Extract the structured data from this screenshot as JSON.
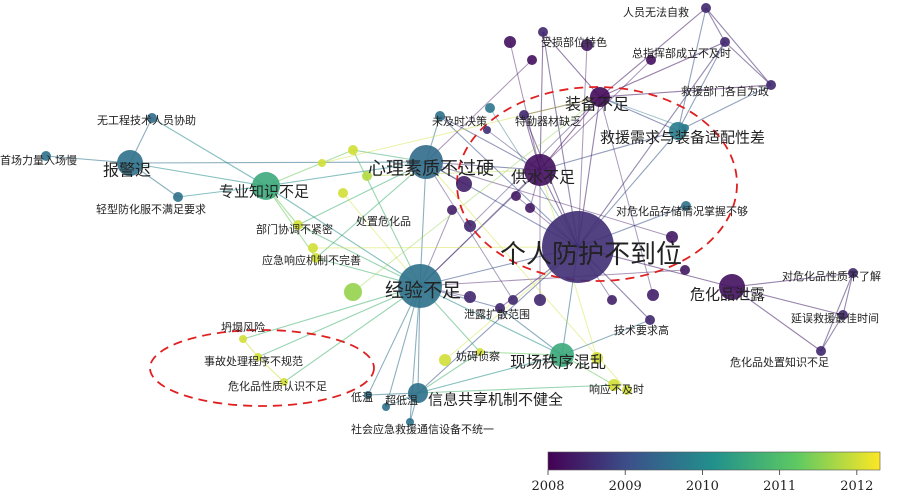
{
  "nodes": [
    {
      "id": "personal_protection",
      "label": "个人防护不到位",
      "year": 2008.6,
      "size": "xl"
    },
    {
      "id": "experience",
      "label": "经验不足",
      "year": 2009.6,
      "size": "l"
    },
    {
      "id": "psych",
      "label": "心理素质不过硬",
      "year": 2009.5,
      "size": "m"
    },
    {
      "id": "water",
      "label": "供水不足",
      "year": 2008.2,
      "size": "m"
    },
    {
      "id": "equipment",
      "label": "装备不足",
      "year": 2008.1,
      "size": "m"
    },
    {
      "id": "rescue_match",
      "label": "救援需求与装备适配性差",
      "year": 2009.8,
      "size": "s"
    },
    {
      "id": "hazmat_leak",
      "label": "危化品泄露",
      "year": 2008.2,
      "size": "m"
    },
    {
      "id": "report_late",
      "label": "报警迟",
      "year": 2009.6,
      "size": "m"
    },
    {
      "id": "pro_knowledge",
      "label": "专业知识不足",
      "year": 2010.6,
      "size": "m"
    },
    {
      "id": "scene_chaos",
      "label": "现场秩序混乱",
      "year": 2010.6,
      "size": "m"
    },
    {
      "id": "info_share",
      "label": "信息共享机制不健全",
      "year": 2009.6,
      "size": "s"
    },
    {
      "id": "no_eng_staff",
      "label": "无工程技术人员协助",
      "year": 2009.5,
      "size": "xs"
    },
    {
      "id": "first_late",
      "label": "首场力量入场慢",
      "year": 2009.6,
      "size": "xs"
    },
    {
      "id": "light_suit",
      "label": "轻型防化服不满足要求",
      "year": 2009.6,
      "size": "xs"
    },
    {
      "id": "dept_coord",
      "label": "部门协调不紧密",
      "year": 2012.0,
      "size": "xs"
    },
    {
      "id": "handle_hazmat",
      "label": "处置危化品",
      "year": 2012.0,
      "size": "xs"
    },
    {
      "id": "emerg_mech",
      "label": "应急响应机制不完善",
      "year": 2012.0,
      "size": "xs"
    },
    {
      "id": "collapse",
      "label": "坍塌风险",
      "year": 2012.0,
      "size": "xs"
    },
    {
      "id": "accident_proc",
      "label": "事故处理程序不规范",
      "year": 2012.0,
      "size": "xs"
    },
    {
      "id": "hazmat_nature",
      "label": "危化品性质认识不足",
      "year": 2012.0,
      "size": "xs"
    },
    {
      "id": "low_temp",
      "label": "低温",
      "year": 2009.6,
      "size": "xs"
    },
    {
      "id": "ultra_low",
      "label": "超低温",
      "year": 2009.6,
      "size": "xs"
    },
    {
      "id": "social_comm",
      "label": "社会应急救援通信设备不统一",
      "year": 2009.6,
      "size": "xs"
    },
    {
      "id": "obstruct",
      "label": "妨碍侦察",
      "year": 2012.0,
      "size": "xs"
    },
    {
      "id": "resp_late",
      "label": "响应不及时",
      "year": 2012.0,
      "size": "xs"
    },
    {
      "id": "tech_high",
      "label": "技术要求高",
      "year": 2008.5,
      "size": "xs"
    },
    {
      "id": "leak_expand",
      "label": "泄露扩散范围",
      "year": 2008.5,
      "size": "xs"
    },
    {
      "id": "hazmat_storage",
      "label": "对危化品存储情况掌握不够",
      "year": 2009.6,
      "size": "xs"
    },
    {
      "id": "hazmat_prop",
      "label": "对危化品性质不了解",
      "year": 2008.5,
      "size": "xs"
    },
    {
      "id": "best_time",
      "label": "延误救援最佳时间",
      "year": 2008.5,
      "size": "xs"
    },
    {
      "id": "hazmat_disposal",
      "label": "危化品处置知识不足",
      "year": 2008.5,
      "size": "xs"
    },
    {
      "id": "damaged_parts",
      "label": "受损部位特色",
      "year": 2008.5,
      "size": "xs"
    },
    {
      "id": "staff_rescue",
      "label": "人员无法自救",
      "year": 2008.5,
      "size": "xs"
    },
    {
      "id": "command_late",
      "label": "总指挥部成立不及时",
      "year": 2008.5,
      "size": "xs"
    },
    {
      "id": "rescue_self",
      "label": "救援部门各自为政",
      "year": 2008.5,
      "size": "xs"
    },
    {
      "id": "not_timely",
      "label": "未及时决策",
      "year": 2009.6,
      "size": "xs"
    },
    {
      "id": "special_lack",
      "label": "特勤器材缺乏",
      "year": 2008.5,
      "size": "xs"
    }
  ],
  "colorbar": {
    "ticks": [
      "2008",
      "2009",
      "2010",
      "2011",
      "2012"
    ],
    "min": 2008,
    "max": 2012.3,
    "stops": [
      "#440154",
      "#3b528b",
      "#21918c",
      "#5ec962",
      "#fde725"
    ]
  },
  "highlight_color": "#e02020"
}
